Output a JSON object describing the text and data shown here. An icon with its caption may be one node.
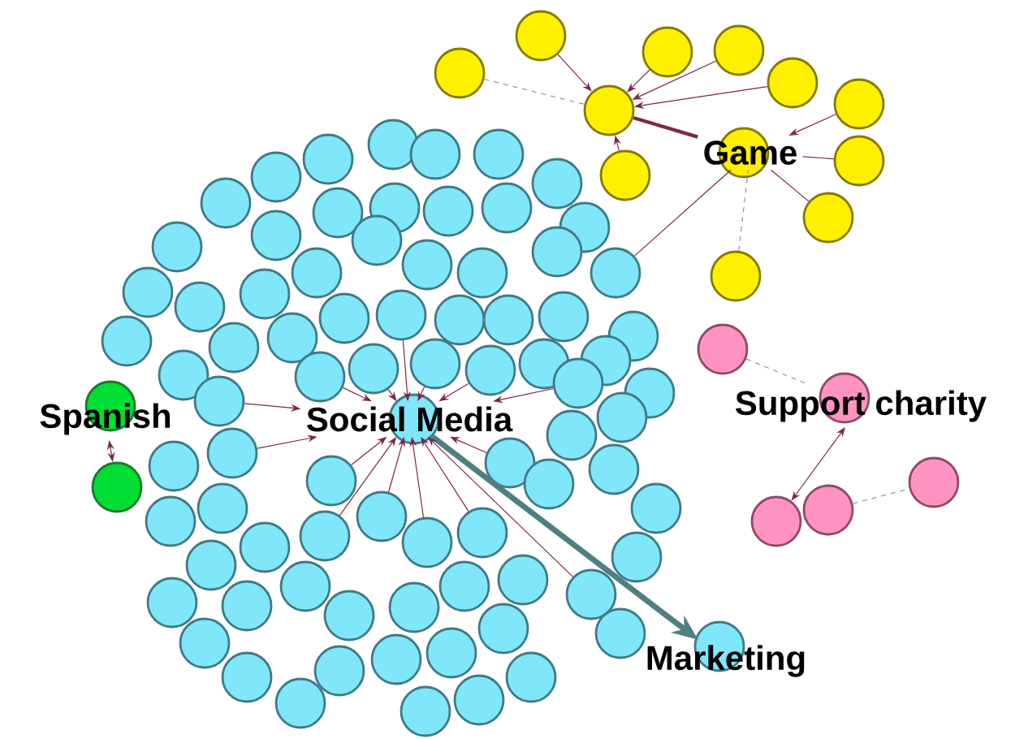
{
  "diagram": {
    "nodes": [
      {
        "text": [
          "Game"
        ]
      },
      {
        "text": [],
        "shape": "circle"
      },
      {
        "text": [],
        "shape": "circle"
      },
      {
        "text": [],
        "shape": "circle"
      },
      {
        "text": [],
        "shape": "circle"
      },
      {
        "text": [],
        "shape": "circle"
      },
      {
        "text": [],
        "shape": "circle"
      },
      {
        "text": [],
        "shape": "circle"
      },
      {
        "text": [],
        "shape": "circle"
      },
      {
        "text": [],
        "shape": "circle"
      },
      {
        "text": [],
        "shape": "circle"
      },
      {
        "text": [],
        "shape": "circle"
      },
      {
        "text": [
          "Social Media"
        ]
      },
      {
        "text": [
          "Spanish"
        ]
      },
      {
        "text": [],
        "shape": "circle"
      },
      {
        "text": [
          "Support charity"
        ]
      },
      {
        "text": [],
        "shape": "circle"
      },
      {
        "text": [],
        "shape": "circle"
      },
      {
        "text": [],
        "shape": "circle"
      },
      {
        "text": [],
        "shape": "circle"
      },
      {
        "text": [
          "Marketing"
        ]
      },
      {
        "text": [],
        "shape": "circle"
      },
      {
        "text": [],
        "shape": "circle"
      },
      {
        "text": [],
        "shape": "circle"
      },
      {
        "text": [],
        "shape": "circle"
      },
      {
        "text": [],
        "shape": "circle"
      },
      {
        "text": [],
        "shape": "circle"
      },
      {
        "text": [],
        "shape": "circle"
      },
      {
        "text": [],
        "shape": "circle"
      },
      {
        "text": [],
        "shape": "circle"
      },
      {
        "text": [],
        "shape": "circle"
      },
      {
        "text": [],
        "shape": "circle"
      },
      {
        "text": [],
        "shape": "circle"
      },
      {
        "text": [],
        "shape": "circle"
      },
      {
        "text": [],
        "shape": "circle"
      },
      {
        "text": [],
        "shape": "circle"
      },
      {
        "text": [],
        "shape": "circle"
      },
      {
        "text": [],
        "shape": "circle"
      },
      {
        "text": [],
        "shape": "circle"
      },
      {
        "text": [],
        "shape": "circle"
      },
      {
        "text": [],
        "shape": "circle"
      },
      {
        "text": [],
        "shape": "circle"
      },
      {
        "text": [],
        "shape": "circle"
      },
      {
        "text": [],
        "shape": "circle"
      },
      {
        "text": [],
        "shape": "circle"
      },
      {
        "text": [],
        "shape": "circle"
      },
      {
        "text": [],
        "shape": "circle"
      },
      {
        "text": [],
        "shape": "circle"
      },
      {
        "text": [],
        "shape": "circle"
      },
      {
        "text": [],
        "shape": "circle"
      },
      {
        "text": [],
        "shape": "circle"
      },
      {
        "text": [],
        "shape": "circle"
      },
      {
        "text": [],
        "shape": "circle"
      },
      {
        "text": [],
        "shape": "circle"
      },
      {
        "text": [],
        "shape": "circle"
      },
      {
        "text": [],
        "shape": "circle"
      },
      {
        "text": [],
        "shape": "circle"
      },
      {
        "text": [],
        "shape": "circle"
      },
      {
        "text": [],
        "shape": "circle"
      },
      {
        "text": [],
        "shape": "circle"
      },
      {
        "text": [],
        "shape": "circle"
      },
      {
        "text": [],
        "shape": "circle"
      },
      {
        "text": [],
        "shape": "circle"
      },
      {
        "text": [],
        "shape": "circle"
      },
      {
        "text": [],
        "shape": "circle"
      },
      {
        "text": [],
        "shape": "circle"
      },
      {
        "text": [],
        "shape": "circle"
      },
      {
        "text": [],
        "shape": "circle"
      },
      {
        "text": [],
        "shape": "circle"
      },
      {
        "text": [],
        "shape": "circle"
      },
      {
        "text": [],
        "shape": "circle"
      },
      {
        "text": [],
        "shape": "circle"
      },
      {
        "text": [],
        "shape": "circle"
      },
      {
        "text": [],
        "shape": "circle"
      },
      {
        "text": [],
        "shape": "circle"
      },
      {
        "text": [],
        "shape": "circle"
      },
      {
        "text": [],
        "shape": "circle"
      },
      {
        "text": [],
        "shape": "circle"
      },
      {
        "text": [],
        "shape": "circle"
      },
      {
        "text": [],
        "shape": "circle"
      },
      {
        "text": [],
        "shape": "circle"
      },
      {
        "text": [],
        "shape": "circle"
      },
      {
        "text": [],
        "shape": "circle"
      },
      {
        "text": [],
        "shape": "circle"
      },
      {
        "text": [],
        "shape": "circle"
      },
      {
        "text": [],
        "shape": "circle"
      },
      {
        "text": [],
        "shape": "circle"
      },
      {
        "text": [],
        "shape": "circle"
      },
      {
        "text": [],
        "shape": "circle"
      },
      {
        "text": [],
        "shape": "circle"
      },
      {
        "text": [],
        "shape": "circle"
      },
      {
        "text": [],
        "shape": "circle"
      },
      {
        "text": [],
        "shape": "circle"
      },
      {
        "text": [],
        "shape": "circle"
      },
      {
        "text": [],
        "shape": "circle"
      },
      {
        "text": [],
        "shape": "circle"
      },
      {
        "text": [],
        "shape": "circle"
      },
      {
        "text": [],
        "shape": "circle"
      },
      {
        "text": [],
        "shape": "circle"
      },
      {
        "text": [],
        "shape": "circle"
      }
    ],
    "edges": [
      {
        "from": 4,
        "to": 7,
        "arrow": "none",
        "style": "dashed"
      },
      {
        "from": 1,
        "to": 7,
        "arrow": "to"
      },
      {
        "from": 2,
        "to": 7,
        "arrow": "to"
      },
      {
        "from": 3,
        "to": 7,
        "arrow": "to"
      },
      {
        "from": 5,
        "to": 7,
        "arrow": "to"
      },
      {
        "from": 9,
        "to": 7,
        "arrow": "to"
      },
      {
        "from": 7,
        "to": 0,
        "arrow": "none",
        "style": "thick"
      },
      {
        "from": 6,
        "to": 0,
        "arrow": "to"
      },
      {
        "from": 8,
        "to": 0,
        "arrow": "none"
      },
      {
        "from": 10,
        "to": 0,
        "arrow": "none"
      },
      {
        "from": 11,
        "to": 0,
        "arrow": "none",
        "style": "dashed"
      },
      {
        "from": 0,
        "to": 40,
        "arrow": "none"
      },
      {
        "from": 13,
        "to": 14,
        "arrow": "both"
      },
      {
        "from": 16,
        "to": 15,
        "arrow": "none",
        "style": "dashed"
      },
      {
        "from": 15,
        "to": 17,
        "arrow": "both"
      },
      {
        "from": 18,
        "to": 19,
        "arrow": "none",
        "style": "dashed"
      },
      {
        "from": 12,
        "to": 20,
        "arrow": "to",
        "style": "thick",
        "color": "#4f7f80"
      },
      {
        "from": 45,
        "to": 12,
        "arrow": "to"
      },
      {
        "from": 55,
        "to": 12,
        "arrow": "to"
      },
      {
        "from": 56,
        "to": 12,
        "arrow": "to"
      },
      {
        "from": 58,
        "to": 12,
        "arrow": "to"
      },
      {
        "from": 59,
        "to": 12,
        "arrow": "to"
      },
      {
        "from": 60,
        "to": 12,
        "arrow": "to"
      },
      {
        "from": 62,
        "to": 12,
        "arrow": "to"
      },
      {
        "from": 65,
        "to": 12,
        "arrow": "to"
      },
      {
        "from": 67,
        "to": 12,
        "arrow": "to"
      },
      {
        "from": 70,
        "to": 12,
        "arrow": "to"
      },
      {
        "from": 73,
        "to": 12,
        "arrow": "to"
      },
      {
        "from": 75,
        "to": 12,
        "arrow": "to"
      },
      {
        "from": 76,
        "to": 12,
        "arrow": "to"
      },
      {
        "from": 77,
        "to": 12,
        "arrow": "to"
      },
      {
        "from": 81,
        "to": 12,
        "arrow": "to"
      }
    ]
  }
}
